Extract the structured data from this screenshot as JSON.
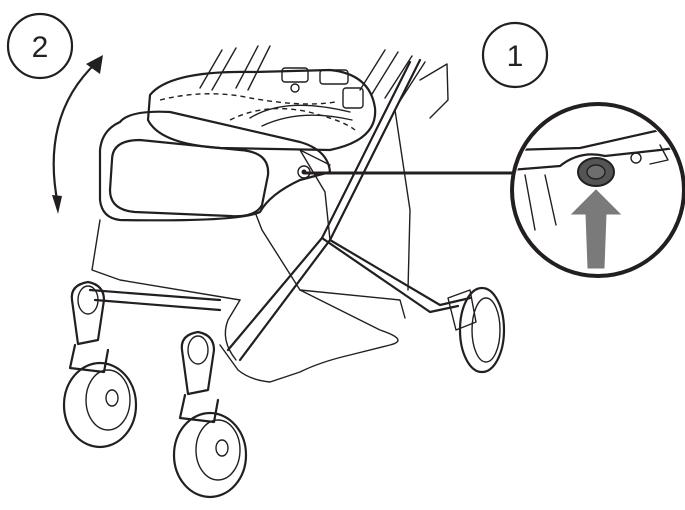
{
  "steps": [
    {
      "number": "1",
      "action": "press-button"
    },
    {
      "number": "2",
      "action": "rotate-seat"
    }
  ],
  "colors": {
    "line": "#231f20",
    "arrow_fill": "#7a7a7a",
    "button_fill": "#555555"
  },
  "icons": [
    "rotate-arrow-icon",
    "push-arrow-icon",
    "release-button-icon"
  ]
}
